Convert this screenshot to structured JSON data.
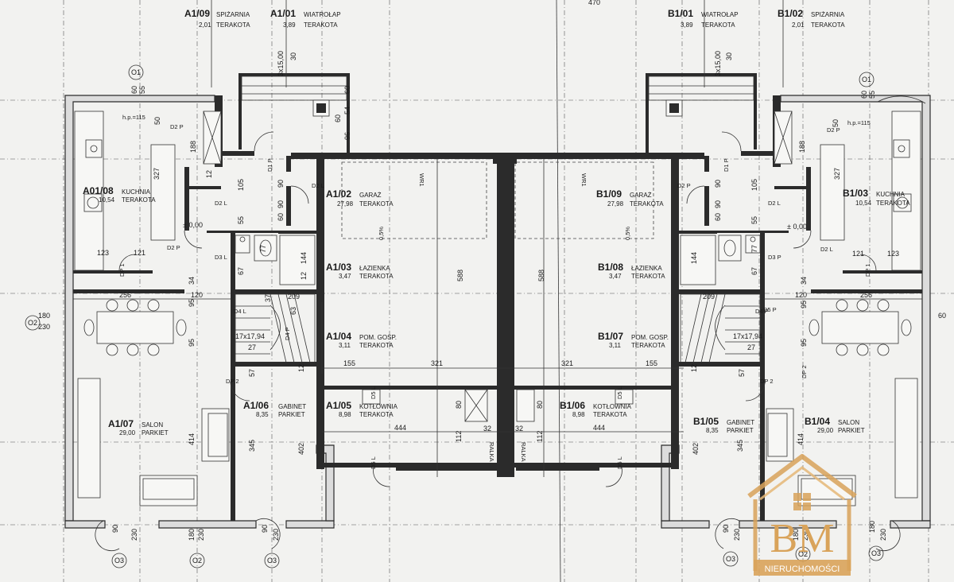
{
  "rooms": [
    {
      "id": "r1",
      "code": "A1/09",
      "name": "SPIŻARNIA",
      "area": "2,01",
      "floor": "TERAKOTA"
    },
    {
      "id": "r2",
      "code": "A1/01",
      "name": "WIATROŁAP",
      "area": "3,89",
      "floor": "TERAKOTA"
    },
    {
      "id": "r3",
      "code": "A01/08",
      "name": "KUCHNIA",
      "area": "10,54",
      "floor": "TERAKOTA"
    },
    {
      "id": "r4",
      "code": "A1/02",
      "name": "GARAŻ",
      "area": "27,98",
      "floor": "TERAKOTA"
    },
    {
      "id": "r5",
      "code": "A1/03",
      "name": "ŁAZIENKA",
      "area": "3,47",
      "floor": "TERAKOTA"
    },
    {
      "id": "r6",
      "code": "A1/04",
      "name": "POM. GOSP.",
      "area": "3,11",
      "floor": "TERAKOTA"
    },
    {
      "id": "r7",
      "code": "A1/07",
      "name": "SALON",
      "area": "29,00",
      "floor": "PARKIET"
    },
    {
      "id": "r8",
      "code": "A1/06",
      "name": "GABINET",
      "area": "8,35",
      "floor": "PARKIET"
    },
    {
      "id": "r9",
      "code": "A1/05",
      "name": "KOTŁOWNIA",
      "area": "8,98",
      "floor": "TERAKOTA"
    },
    {
      "id": "r10",
      "code": "B1/01",
      "name": "WIATROŁAP",
      "area": "3,89",
      "floor": "TERAKOTA"
    },
    {
      "id": "r11",
      "code": "B1/02",
      "name": "SPIŻARNIA",
      "area": "2,01",
      "floor": "TERAKOTA"
    },
    {
      "id": "r12",
      "code": "B1/09",
      "name": "GARAŻ",
      "area": "27,98",
      "floor": "TERAKOTA"
    },
    {
      "id": "r13",
      "code": "B1/03",
      "name": "KUCHNIA",
      "area": "10,54",
      "floor": "TERAKOTA"
    },
    {
      "id": "r14",
      "code": "B1/08",
      "name": "ŁAZIENKA",
      "area": "3,47",
      "floor": "TERAKOTA"
    },
    {
      "id": "r15",
      "code": "B1/07",
      "name": "POM. GOSP.",
      "area": "3,11",
      "floor": "TERAKOTA"
    },
    {
      "id": "r16",
      "code": "B1/06",
      "name": "KOTŁOWNIA",
      "area": "8,98",
      "floor": "TERAKOTA"
    },
    {
      "id": "r17",
      "code": "B1/05",
      "name": "GABINET",
      "area": "8,35",
      "floor": "PARKIET"
    },
    {
      "id": "r18",
      "code": "B1/04",
      "name": "SALON",
      "area": "29,00",
      "floor": "PARKIET"
    }
  ],
  "dims": {
    "d1": "60",
    "d2": "55",
    "d3": "3x15,00",
    "d4": "30",
    "d5": "60",
    "d6": "54",
    "d7": "60",
    "d8": "96",
    "d9": "h.p.=115",
    "d10": "50",
    "d11": "188",
    "d12": "327",
    "d13": "12",
    "d14": "105",
    "d15": "90",
    "d16": "90",
    "d17": "60",
    "d18": "55",
    "d19": "123",
    "d20": "121",
    "d21": "34",
    "d22": "95",
    "d23": "120",
    "d24": "256",
    "d25": "12",
    "d26": "144",
    "d27": "67",
    "d28": "209",
    "d29": "95",
    "d30": "414",
    "d31": "345",
    "d32": "402",
    "d33": "588",
    "d34": "155",
    "d35": "321",
    "d36": "444",
    "d37": "80",
    "d38": "112",
    "d39": "32",
    "d40": "90",
    "d41": "230",
    "d42": "180",
    "d43": "230",
    "d44": "90",
    "d45": "230",
    "d46": "180",
    "d47": "230",
    "d48": "470",
    "d49": "0,5%",
    "d50": "0,5%",
    "d51": "588",
    "d52": "321",
    "d53": "155",
    "d54": "444",
    "d55": "80",
    "d56": "112",
    "d57": "32",
    "d58": "105",
    "d59": "90",
    "d60": "90",
    "d61": "60",
    "d62": "55",
    "d63": "123",
    "d64": "121",
    "d65": "34",
    "d66": "95",
    "d67": "120",
    "d68": "256",
    "d69": "144",
    "d70": "67",
    "d71": "209",
    "d72": "95",
    "d73": "414",
    "d74": "345",
    "d75": "402",
    "d76": "327",
    "d77": "188",
    "d78": "50",
    "d79": "h.p.=115",
    "d80": "60",
    "d81": "55",
    "d82": "3x15,00",
    "d83": "30",
    "d84": "60",
    "d85": "90",
    "d86": "230",
    "d87": "180",
    "d88": "230",
    "d89": "180",
    "d90": "230",
    "d91": "17x17,94",
    "d92": "17x17,94",
    "d93": "27",
    "d94": "27",
    "d95": "57",
    "d96": "57",
    "d97": "12",
    "d98": "12",
    "d99": "37",
    "d100": "63",
    "d101": "77",
    "d102": "77"
  },
  "marks": {
    "m1": "D2 P",
    "m2": "D1 P",
    "m3": "D2 L",
    "m4": "D2 L",
    "m5": "D3 L",
    "m6": "D2 P",
    "m7": "DP 1",
    "m8": "DP 2",
    "m9": "D5 L",
    "m10": "D5 L",
    "m11": "D4 P",
    "m12": "D2 P",
    "m13": "D1 P",
    "m14": "D2 L",
    "m15": "D3 P",
    "m16": "D2 L",
    "m17": "DP 1",
    "m18": "DP 2",
    "m19": "D5 L",
    "m20": "D5 L",
    "m21": "D4 P",
    "m22": "D2 P",
    "m23": "WR1",
    "m24": "WR1",
    "m25": "RALKA",
    "m26": "RALKA",
    "m27": "± 0,00",
    "m28": "± 0,00",
    "m29": "DP 2",
    "m30": "D5 P",
    "m31": "D4 L"
  },
  "axes": {
    "a1": "O1",
    "a2": "O2",
    "a3": "O3",
    "a4": "O2",
    "a5": "O3",
    "a6": "O1",
    "a7": "O3",
    "a8": "O2",
    "a9": "O3"
  },
  "logo": {
    "letters": "BM",
    "text": "NIERUCHOMOŚCI"
  },
  "colors": {
    "line": "#2b2b2b",
    "paper": "#f2f2f0",
    "logo_gold": "#d9a35a"
  }
}
